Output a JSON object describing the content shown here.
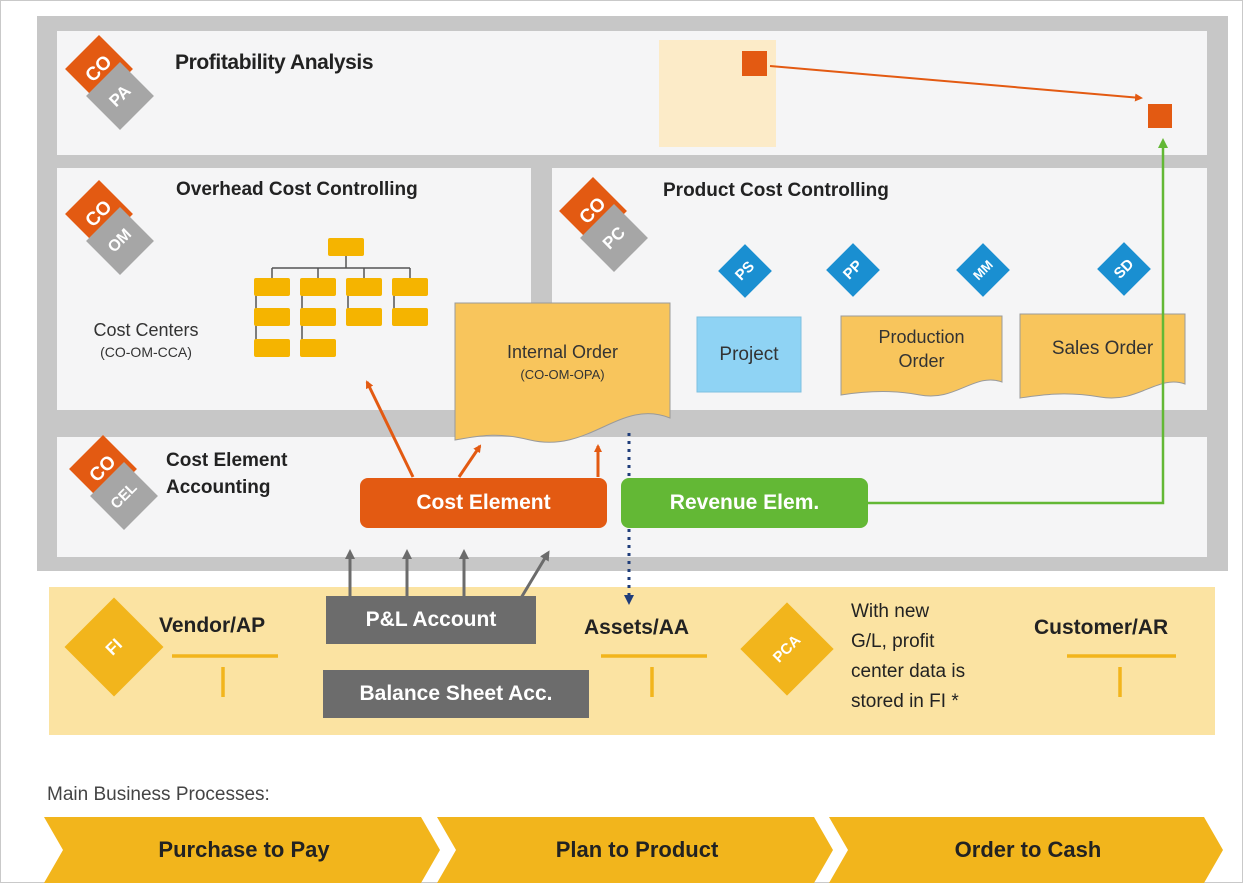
{
  "modules": {
    "copa": {
      "top": "CO",
      "bottom": "PA",
      "title": "Profitability Analysis"
    },
    "coom": {
      "top": "CO",
      "bottom": "OM",
      "title": "Overhead Cost Controlling"
    },
    "copc": {
      "top": "CO",
      "bottom": "PC",
      "title": "Product Cost Controlling"
    },
    "cocel": {
      "top": "CO",
      "bottom": "CEL",
      "title_line1": "Cost Element",
      "title_line2": "Accounting"
    }
  },
  "overhead": {
    "cost_centers_line1": "Cost Centers",
    "cost_centers_line2": "(CO-OM-CCA)",
    "internal_order_line1": "Internal Order",
    "internal_order_line2": "(CO-OM-OPA)"
  },
  "product": {
    "badges": [
      "PS",
      "PP",
      "MM",
      "SD"
    ],
    "project": "Project",
    "production_order_line1": "Production",
    "production_order_line2": "Order",
    "sales_order": "Sales Order"
  },
  "elements": {
    "cost_element": "Cost Element",
    "revenue_element": "Revenue Elem."
  },
  "fi": {
    "badge": "FI",
    "pca_badge": "PCA",
    "vendor": "Vendor/AP",
    "pl_account": "P&L Account",
    "balance_sheet": "Balance Sheet Acc.",
    "assets": "Assets/AA",
    "pca_note_lines": [
      "With new",
      "G/L, profit",
      "center data is",
      "stored in FI *"
    ],
    "customer": "Customer/AR"
  },
  "processes": {
    "heading": "Main Business Processes:",
    "items": [
      "Purchase to Pay",
      "Plan to Product",
      "Order to Cash"
    ]
  },
  "colors": {
    "orange": "#e35a12",
    "gray_badge": "#a6a6a6",
    "blue_badge": "#1a8fd1",
    "yellow_doc": "#f5c04a",
    "green": "#63b835",
    "fi_band": "#fbe3a2",
    "process_chevron": "#f2b51c"
  }
}
